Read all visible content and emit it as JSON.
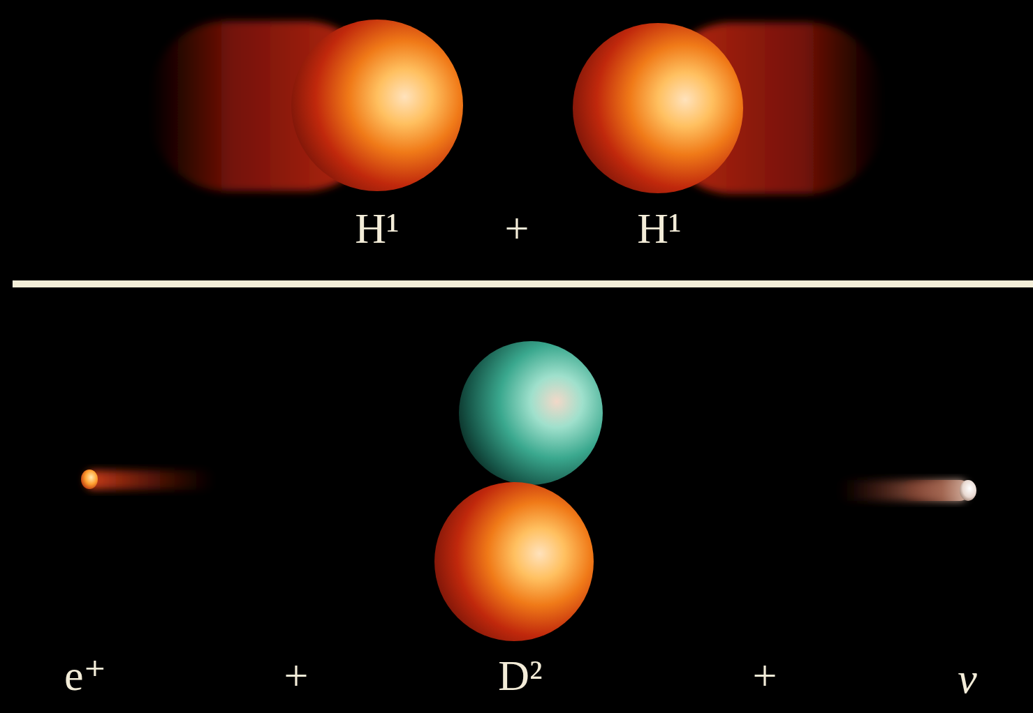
{
  "diagram": {
    "labels": [
      "H¹",
      "+",
      "H¹",
      "e⁺",
      "+",
      "D²",
      "+",
      "ν"
    ]
  }
}
